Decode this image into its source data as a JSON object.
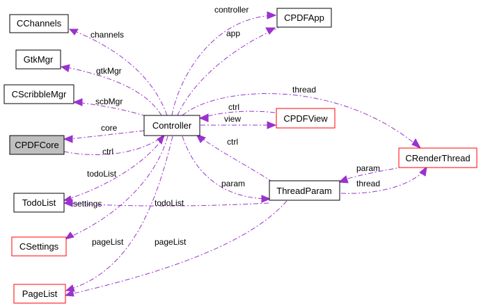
{
  "colors": {
    "edge": "#9a32cd",
    "node_border": "#000000",
    "node_border_incomplete": "#ff0000",
    "node_fill": "#ffffff",
    "node_fill_highlight": "#bfbfbf"
  },
  "nodes": {
    "cchannels": "CChannels",
    "gtkmgr": "GtkMgr",
    "cscribblemgr": "CScribbleMgr",
    "cpdfcore": "CPDFCore",
    "todolist": "TodoList",
    "csettings": "CSettings",
    "pagelist": "PageList",
    "controller": "Controller",
    "cpdfapp": "CPDFApp",
    "cpdfview": "CPDFView",
    "threadparam": "ThreadParam",
    "crenderthread": "CRenderThread"
  },
  "edges": {
    "controller": "controller",
    "app": "app",
    "channels": "channels",
    "gtkmgr": "gtkMgr",
    "scbmgr": "scbMgr",
    "thread_render": "thread",
    "ctrl_view": "ctrl",
    "view": "view",
    "core": "core",
    "ctrl_core": "ctrl",
    "ctrl_param": "ctrl",
    "todolist_left": "todoList",
    "param": "param",
    "param_render": "param",
    "thread_param": "thread",
    "settings": "settings",
    "todolist_mid": "todoList",
    "pagelist_left": "pageList",
    "pagelist_mid": "pageList"
  }
}
